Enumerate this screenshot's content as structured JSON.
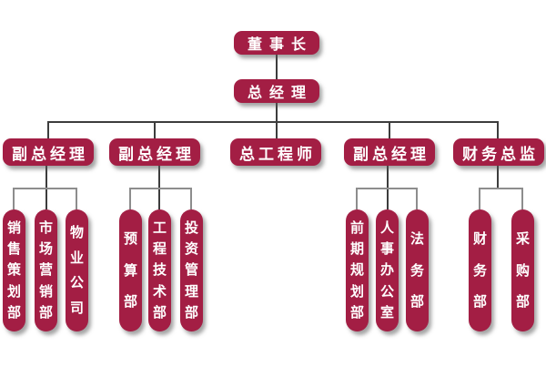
{
  "palette": {
    "node_fill": "#A31E44",
    "node_text": "#FFFFFF",
    "line_dark": "#3D3D3D",
    "line_gray": "#8D8D8D",
    "background": "#FFFFFF"
  },
  "org": {
    "root": {
      "label": "董事长"
    },
    "level2": {
      "label": "总经理"
    },
    "level3": [
      {
        "label": "副总经理"
      },
      {
        "label": "副总经理"
      },
      {
        "label": "总工程师"
      },
      {
        "label": "副总经理"
      },
      {
        "label": "财务总监"
      }
    ],
    "departments": {
      "group1": [
        "销售策划部",
        "市场营销部",
        "物业公司"
      ],
      "group2": [
        "预算部",
        "工程技术部",
        "投资管理部"
      ],
      "group3": [
        "前期规划部",
        "人事办公室",
        "法务部"
      ],
      "group4": [
        "财务部",
        "采购部"
      ]
    }
  }
}
